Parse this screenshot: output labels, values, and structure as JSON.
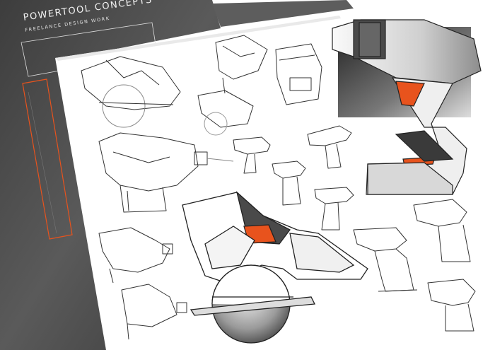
{
  "header": {
    "title": "POWERTOOL CONCEPTS",
    "subtitle": "FREELANCE DESIGN WORK"
  },
  "colors": {
    "panel_dark": "#4a4a4a",
    "panel_mid": "#6b6b6b",
    "accent_orange": "#e8531d",
    "paper": "#ffffff",
    "ink": "#2a2a2a"
  },
  "icons": {
    "main_drill": "cordless-drill-render",
    "main_saw": "circular-saw-render",
    "minis": [
      "jigsaw-sketch",
      "heat-gun-sketch",
      "drill-sketch"
    ]
  }
}
